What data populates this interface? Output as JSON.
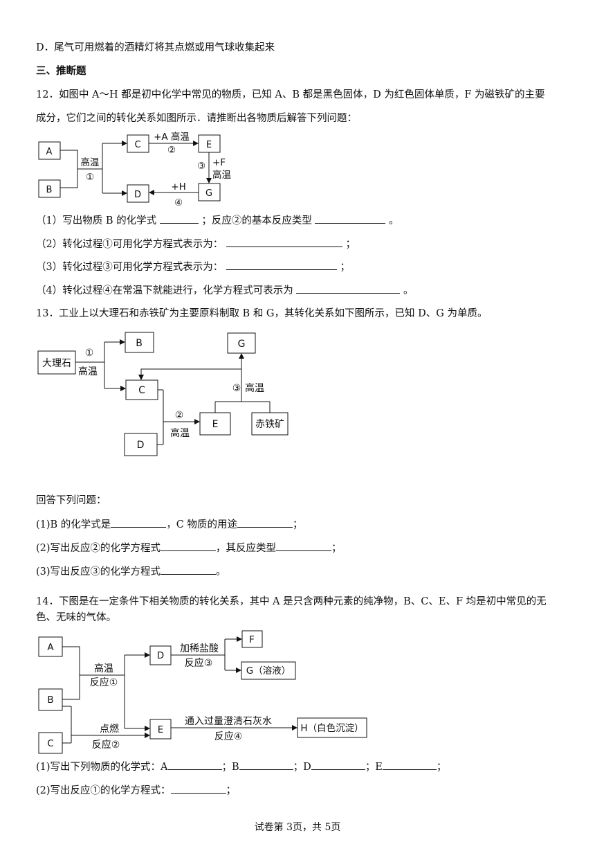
{
  "lines": {
    "d_option": "D．尾气可用燃着的酒精灯将其点燃或用气球收集起来",
    "section3": "三、推断题",
    "q12_a": "12．如图中 A～H 都是初中化学中常见的物质，已知 A、B 都是黑色固体，D 为红色固体单质，F 为磁铁矿的主要",
    "q12_b": "成分，它们之间的转化关系如图所示．请推断出各物质后解答下列问题：",
    "q12_1a": "（1）写出物质 B 的化学式",
    "q12_1b": "；反应②的基本反应类型",
    "q12_1c": "。",
    "q12_2a": "（2）转化过程①可用化学方程式表示为：",
    "q12_2b": "；",
    "q12_3a": "（3）转化过程③可用化学方程式表示为：",
    "q12_3b": "；",
    "q12_4a": "（4）转化过程④在常温下就能进行，化学方程式可表示为",
    "q12_4b": "。",
    "q13": "13．工业上以大理石和赤铁矿为主要原料制取 B 和 G，其转化关系如下图所示，已知 D、G 为单质。",
    "q13_intro": "回答下列问题：",
    "q13_1a": "(1)B 的化学式是",
    "q13_1b": "，C 物质的用途",
    "q13_1c": "；",
    "q13_2a": "(2)写出反应②的化学方程式",
    "q13_2b": "，其反应类型",
    "q13_2c": "；",
    "q13_3a": "(3)写出反应③的化学方程式",
    "q13_3b": "。",
    "q14_a": "14．下图是在一定条件下相关物质的转化关系，其中 A 是只含两种元素的纯净物，B、C、E、F 均是初中常见的无",
    "q14_b": "色、无味的气体。",
    "q14_1a": "(1)写出下列物质的化学式：A",
    "q14_1b": "；B",
    "q14_1c": "；D",
    "q14_1d": "；E",
    "q14_1e": "；",
    "q14_2a": "(2)写出反应①的化学方程式：",
    "q14_2b": "；"
  },
  "diagram12": {
    "A": "A",
    "B": "B",
    "C": "C",
    "D": "D",
    "E": "E",
    "G": "G",
    "cond1": "高温",
    "num1": "①",
    "cond2": "+A 高温",
    "num2": "②",
    "num3": "③",
    "cond3a": "+F",
    "cond3b": "高温",
    "cond4": "+H",
    "num4": "④"
  },
  "diagram13": {
    "marble": "大理石",
    "B": "B",
    "C": "C",
    "D": "D",
    "E": "E",
    "G": "G",
    "hematite": "赤铁矿",
    "num1": "①",
    "cond1": "高温",
    "num2": "②",
    "cond2": "高温",
    "num3": "③",
    "cond3": "高温"
  },
  "diagram14": {
    "A": "A",
    "B": "B",
    "C": "C",
    "D": "D",
    "E": "E",
    "F": "F",
    "G": "G（溶液）",
    "H": "H（白色沉淀）",
    "cond1": "高温",
    "react1": "反应①",
    "cond2": "点燃",
    "react2": "反应②",
    "cond3": "加稀盐酸",
    "react3": "反应③",
    "cond4": "通入过量澄清石灰水",
    "react4": "反应④"
  },
  "footer": "试卷第 3页，共 5页"
}
